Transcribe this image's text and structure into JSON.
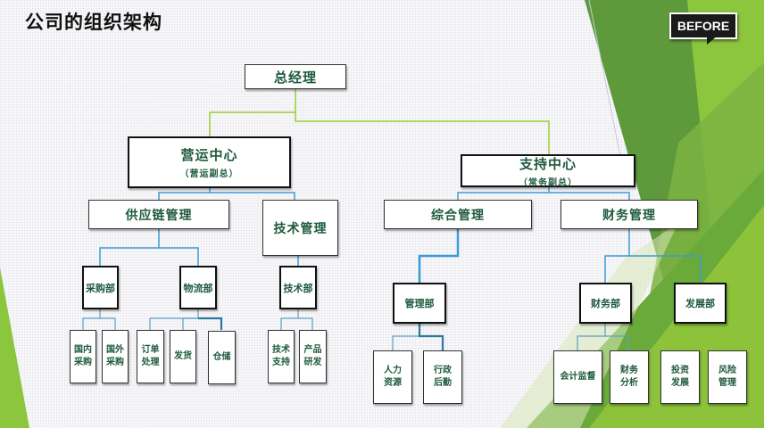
{
  "page_title": "公司的组织架构",
  "badge": "BEFORE",
  "colors": {
    "title_text": "#111111",
    "node_text": "#1e5a3e",
    "line_top": "#9acd32",
    "line_mid": "#3a9bd5",
    "bg_green_dark": "#5e9a3c",
    "bg_green_light": "#8cc63f"
  },
  "org": {
    "ceo": "总经理",
    "ops_center": {
      "name": "营运中心",
      "sub": "（营运副总）"
    },
    "support_center": {
      "name": "支持中心",
      "sub": "（常务副总）"
    },
    "supply_chain": "供应链管理",
    "tech_mgmt": "技术管理",
    "general_mgmt": "综合管理",
    "finance_mgmt": "财务管理",
    "procurement": "采购部",
    "logistics": "物流部",
    "tech_dept": "技术部",
    "admin_dept": "管理部",
    "finance_dept": "财务部",
    "dev_dept": "发展部",
    "leaves": {
      "domestic_purchase": [
        "国内",
        "采购"
      ],
      "foreign_purchase": [
        "国外",
        "采购"
      ],
      "order_processing": [
        "订单",
        "处理"
      ],
      "shipping": [
        "发货"
      ],
      "warehouse": [
        "仓储"
      ],
      "tech_support": [
        "技术",
        "支持"
      ],
      "product_rd": [
        "产品",
        "研发"
      ],
      "hr": [
        "人力",
        "资源"
      ],
      "admin_logistics": [
        "行政",
        "后勤"
      ],
      "accounting": [
        "会计监督"
      ],
      "fin_analysis": [
        "财务",
        "分析"
      ],
      "investment": [
        "投资",
        "发展"
      ],
      "risk": [
        "风险",
        "管理"
      ]
    }
  }
}
